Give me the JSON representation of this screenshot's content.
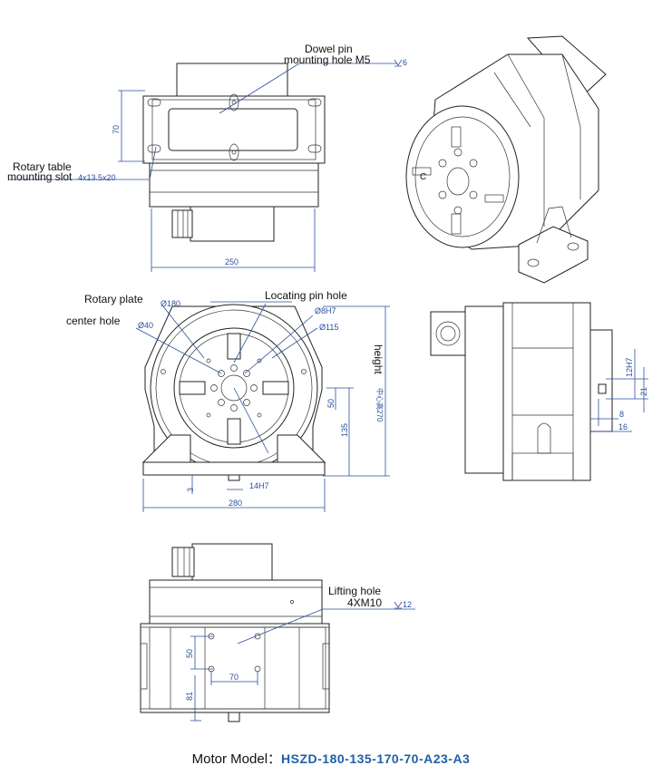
{
  "top_view": {
    "dowel_label_1": "Dowel pin",
    "dowel_label_2": "mounting hole M5",
    "dowel_depth": "6",
    "dim_70": "70",
    "rotary_slot_1": "Rotary table",
    "rotary_slot_2": "mounting slot",
    "slot_size": "4x13.5x20",
    "dim_250": "250"
  },
  "iso_view": {
    "mark_c": "C"
  },
  "front_view": {
    "rotary_plate": "Rotary plate",
    "center_hole": "center hole",
    "phi180": "Ø180",
    "phi40": "Ø40",
    "locating_pin": "Locating pin hole",
    "phi8": "Ø8H7",
    "phi115": "Ø115",
    "height_label": "height",
    "height_value": "中心高270",
    "dim_50": "50",
    "dim_135": "135",
    "dim_3": "3",
    "dim_14": "14H7",
    "dim_280": "280"
  },
  "side_view": {
    "dim_12": "12H7",
    "dim_21": "21",
    "dim_8": "8",
    "dim_16": "16"
  },
  "bottom_view": {
    "lifting_1": "Lifting hole",
    "lifting_2": "4XM10",
    "lifting_depth": "12",
    "dim_50": "50",
    "dim_70": "70",
    "dim_81": "81"
  },
  "footer": {
    "label": "Motor Model：",
    "model": "HSZD-180-135-170-70-A23-A3"
  },
  "colors": {
    "dimension": "#2a4f9e",
    "model_text": "#1f5fa8",
    "line": "#222222"
  }
}
